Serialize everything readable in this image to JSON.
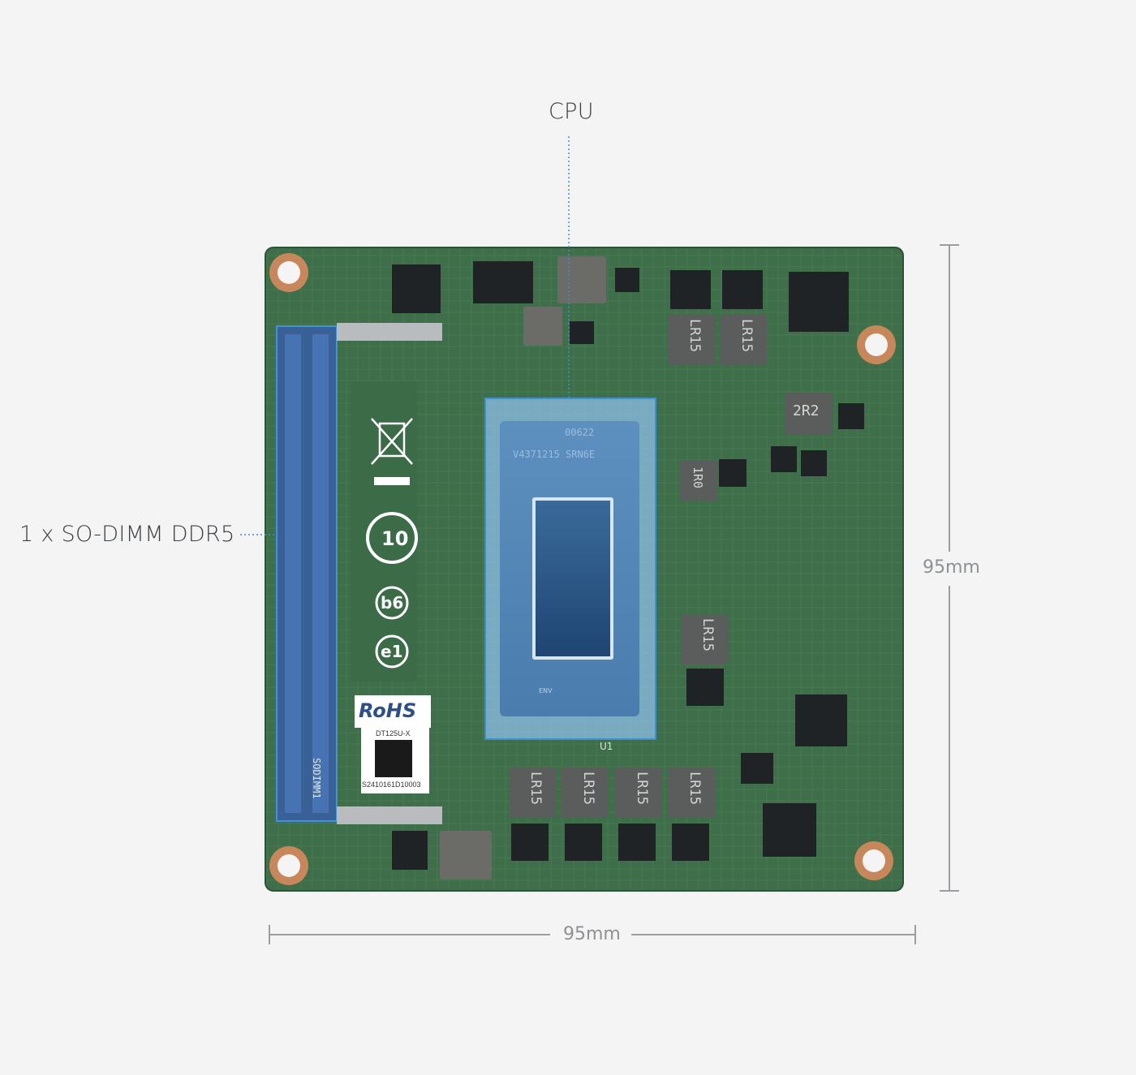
{
  "callouts": {
    "cpu_label": "CPU",
    "memory_label": "1 x SO-DIMM DDR5"
  },
  "dimensions": {
    "width_label": "95mm",
    "height_label": "95mm"
  },
  "board_markings": {
    "cpu_top": "00622",
    "cpu_code": "V4371215 SRN6E",
    "cpu_env": "ENV",
    "cpu_ref": "U1",
    "slot_ref": "SODIMM1",
    "rohs": "RoHS",
    "model": "DT125U-X",
    "serial": "S2410161D10003",
    "cert_10": "10",
    "cert_b6": "b6",
    "cert_e1": "e1",
    "inductors": [
      "LR15",
      "LR15",
      "LR15",
      "LR15",
      "LR15",
      "LR15",
      "LR15"
    ],
    "inductor_2r2": "2R2",
    "inductor_1r0": "1R0"
  },
  "colors": {
    "pcb": "#3c6b48",
    "highlight_blue": "#3d8fd6",
    "cpu_die": "#2f5f8f",
    "background": "#f4f4f4"
  }
}
